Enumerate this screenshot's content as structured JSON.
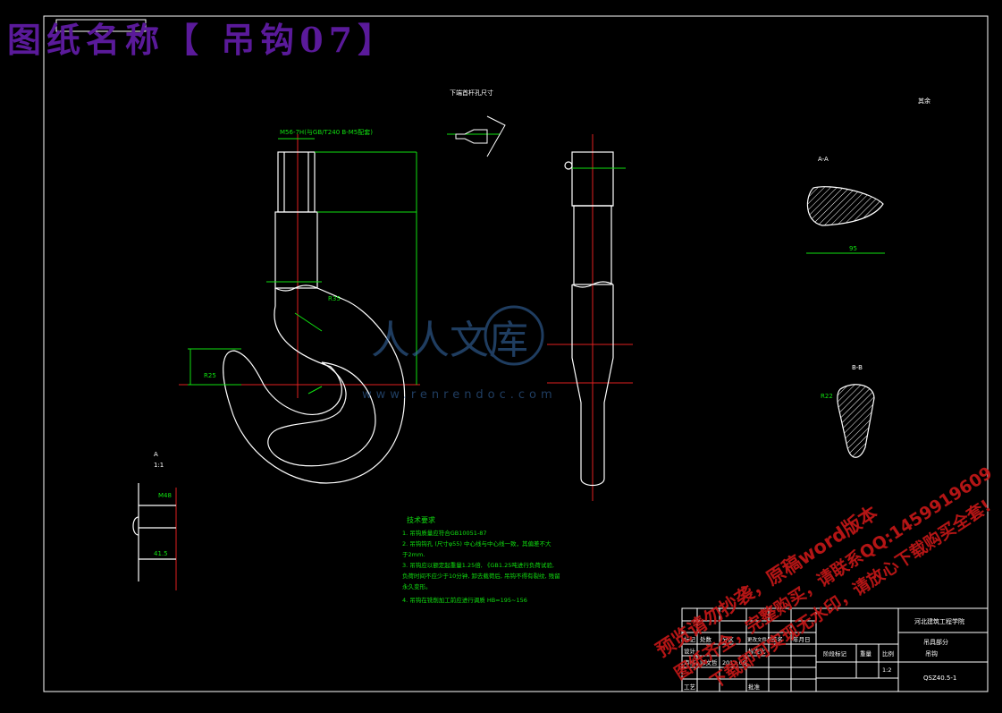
{
  "stamp": {
    "title": "图纸名称【 吊钩07】"
  },
  "corner_tag": "",
  "drawing": {
    "section_title_lower_hole": "下端首杆孔尺寸",
    "view_a_label": "A",
    "view_a_scale": "1:1",
    "section_aa": "A-A",
    "section_bb": "B-B",
    "roughness_note": "其余",
    "thread_callout": "M56-7H(与GB/T240 B-M5配套)",
    "dim_95": "95",
    "dim_m48": "M48",
    "dim_41_5": "41.5",
    "dim_r22": "R22",
    "dim_r35": "R35",
    "dim_r25": "R25"
  },
  "tech_req": {
    "heading": "技术要求",
    "lines": [
      "1. 吊钩质量应符合GB10051-87",
      "2. 吊钩钩孔 (尺寸φ55) 中心线与中心线一致，其偏差不大",
      "   于2mm.",
      "3. 吊钩应以额定起重量1.25倍, 《GB1.25吨进行负荷试验,",
      "   负荷时间不应少于10分钟, 卸去载荷后, 吊钩不得有裂纹, 残留",
      "   永久变形。",
      "4. 吊钩在铣削加工前应进行调质 HB=195~156"
    ]
  },
  "title_block": {
    "school": "河北建筑工程学院",
    "part_group": "吊具部分",
    "part_name": "吊钩",
    "drawing_no": "QSZ40.5-1",
    "scale_value": "1:2",
    "headers": [
      "标记",
      "处数",
      "分区",
      "更改文件号",
      "签名",
      "年月日"
    ],
    "rows": [
      [
        "设计",
        "",
        "",
        "标准化",
        "",
        ""
      ],
      [
        "审核",
        "郭文哲",
        "2013.06",
        "",
        "",
        ""
      ],
      [
        "",
        "",
        "",
        "",
        "",
        ""
      ],
      [
        "工艺",
        "",
        "",
        "批准",
        "",
        ""
      ]
    ],
    "stage_mark_label": "阶段标记",
    "weight_label": "重量",
    "scale_label": "比例"
  },
  "watermark": {
    "logo_text": "人人文库",
    "logo_url": "www.renrendoc.com",
    "lines": [
      "预览请勿抄袭，原稿word版本",
      "图纸齐全，完整购买，请联系QQ:1459919609",
      "下载即可实现无水印，请放心下载购买全套!"
    ]
  }
}
